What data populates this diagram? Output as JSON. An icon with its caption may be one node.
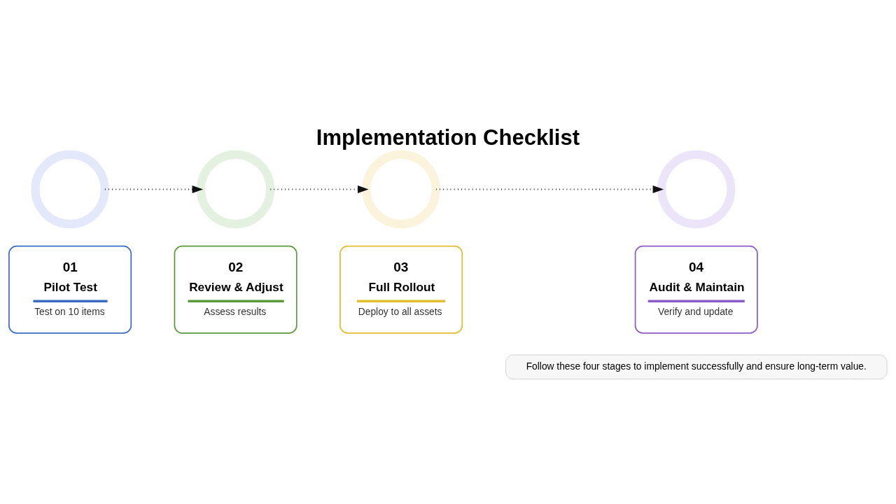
{
  "diagram": {
    "title": "Implementation Checklist",
    "nodes": [
      {
        "text": [],
        "shape": "circle"
      },
      {
        "text": [],
        "shape": "circle"
      },
      {
        "text": [],
        "shape": "circle"
      },
      {
        "text": [],
        "shape": "circle"
      },
      {
        "text": [
          "01",
          "Pilot Test",
          "Test on 10 items"
        ]
      },
      {
        "text": [
          "02",
          "Review & Adjust",
          "Assess results"
        ]
      },
      {
        "text": [
          "03",
          "Full Rollout",
          "Deploy to all assets"
        ]
      },
      {
        "text": [
          "04",
          "Audit & Maintain",
          "Verify and update"
        ]
      }
    ],
    "edges": [
      {
        "from": 0,
        "to": 1,
        "arrow": "to",
        "style": "dashed"
      },
      {
        "from": 1,
        "to": 2,
        "arrow": "to",
        "style": "dashed"
      },
      {
        "from": 2,
        "to": 3,
        "arrow": "to",
        "style": "dashed"
      }
    ],
    "labels": [
      "Follow these four stages to implement successfully and ensure long-term value."
    ]
  }
}
